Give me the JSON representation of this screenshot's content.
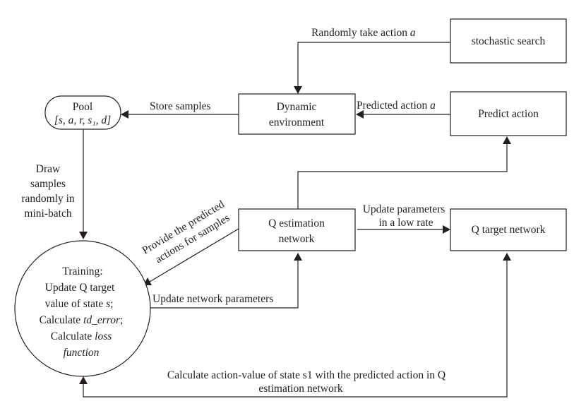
{
  "nodes": {
    "stochastic_search": "stochastic search",
    "dynamic_env_line1": "Dynamic",
    "dynamic_env_line2": "environment",
    "predict_action": "Predict action",
    "pool_line1": "Pool",
    "pool_line2": "[s, a, r, s₁, d]",
    "q_estimation_line1": "Q estimation",
    "q_estimation_line2": "network",
    "q_target": "Q target network",
    "training_line1": "Training:",
    "training_line2": "Update Q target",
    "training_line3_prefix": "value of state ",
    "training_line3_var": "s",
    "training_line3_suffix": ";",
    "training_line4_prefix": "Calculate ",
    "training_line4_var": "td_error",
    "training_line4_suffix": ";",
    "training_line5_prefix": "Calculate ",
    "training_line5_var": "loss",
    "training_line6_var": "function"
  },
  "edges": {
    "randomly_take_prefix": "Randomly take action ",
    "randomly_take_var": "a",
    "store_samples": "Store samples",
    "predicted_action_prefix": "Predicted action ",
    "predicted_action_var": "a",
    "draw_line1": "Draw",
    "draw_line2": "samples",
    "draw_line3": "randomly in",
    "draw_line4": "mini-batch",
    "provide_line1": "Provide the predicted",
    "provide_line2": "actions for samples",
    "update_params_line1": "Update parameters",
    "update_params_line2": "in a low rate",
    "update_network_params": "Update network parameters",
    "calc_line1": "Calculate action-value of state s1 with the predicted action in Q",
    "calc_line2": "estimation network"
  }
}
